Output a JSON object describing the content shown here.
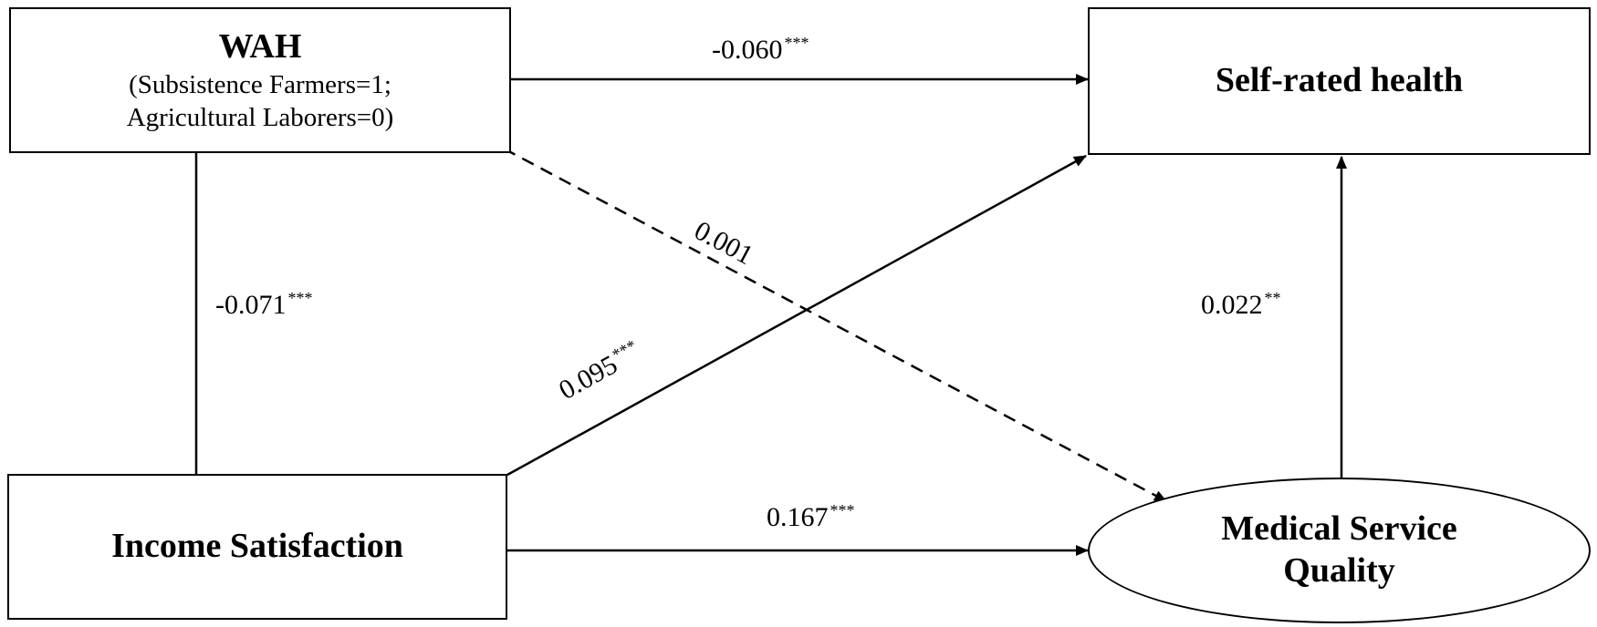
{
  "nodes": {
    "wah": {
      "title": "WAH",
      "line1": "(Subsistence Farmers=1;",
      "line2": "Agricultural Laborers=0)"
    },
    "self_rated_health": {
      "title": "Self-rated health"
    },
    "income_satisfaction": {
      "title": "Income Satisfaction"
    },
    "medical_service_quality": {
      "line1": "Medical Service",
      "line2": "Quality"
    }
  },
  "paths": {
    "wah_to_health": {
      "value": "-0.060",
      "sig": "***"
    },
    "wah_to_medical": {
      "value": "0.001",
      "sig": ""
    },
    "wah_income": {
      "value": "-0.071",
      "sig": "***"
    },
    "income_to_health": {
      "value": "0.095",
      "sig": "***"
    },
    "income_to_medical": {
      "value": "0.167",
      "sig": "***"
    },
    "medical_to_health": {
      "value": "0.022",
      "sig": "**"
    }
  },
  "colors": {
    "stroke": "#000000",
    "background": "#ffffff"
  }
}
